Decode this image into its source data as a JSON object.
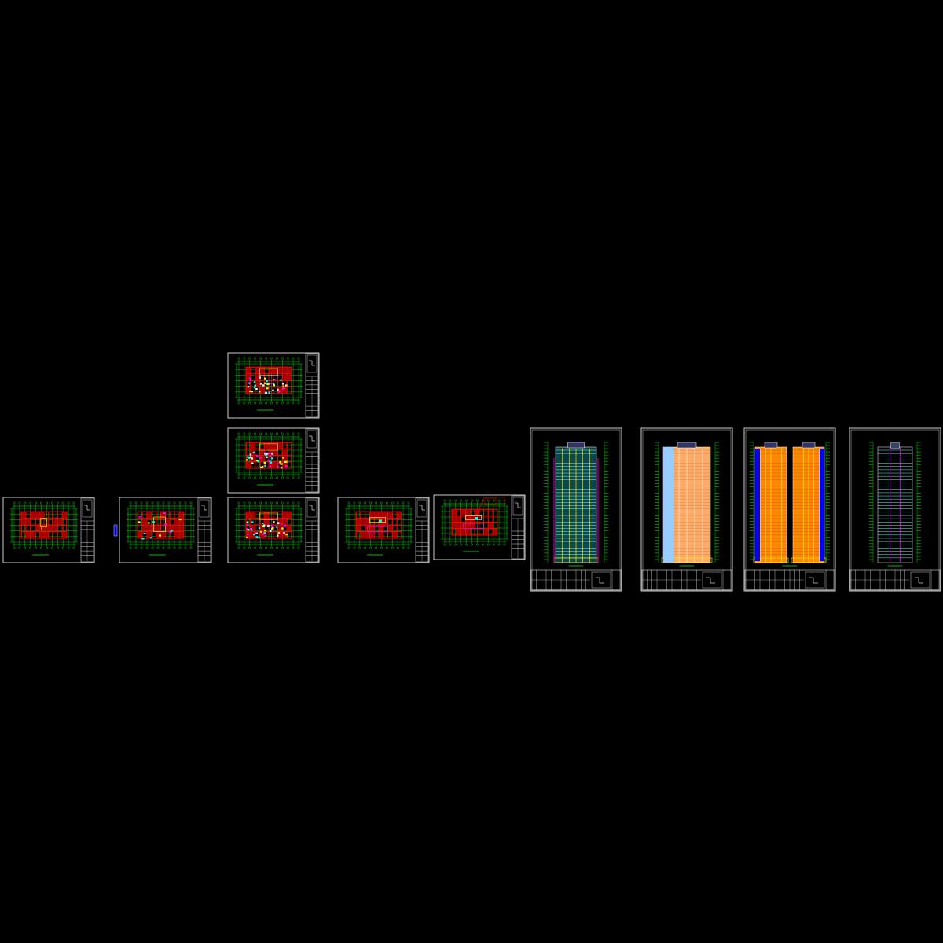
{
  "window": {
    "background": "#000000"
  },
  "colors": {
    "frame": "#ffffff",
    "axis": "#00ff00",
    "wall": "#ff0000",
    "room_fill": "#aa0000",
    "accent_yellow": "#ffff00",
    "accent_magenta": "#ff00ff",
    "accent_cyan": "#00ffff",
    "accent_blue": "#0000ff",
    "accent_orange": "#ff8800",
    "glass_cyan": "#66ffff",
    "facade_peach": "#ffaa66"
  },
  "drawing_set": {
    "sheets": [
      {
        "id": "plan-1",
        "kind": "plan",
        "variant": "basic"
      },
      {
        "id": "plan-2",
        "kind": "plan",
        "variant": "colored"
      },
      {
        "id": "plan-3",
        "kind": "plan",
        "variant": "dense"
      },
      {
        "id": "plan-4",
        "kind": "plan",
        "variant": "dense"
      },
      {
        "id": "plan-5",
        "kind": "plan",
        "variant": "dense"
      },
      {
        "id": "plan-6",
        "kind": "plan",
        "variant": "roof"
      },
      {
        "id": "plan-7",
        "kind": "plan",
        "variant": "roof-detail"
      },
      {
        "id": "elevation-1",
        "kind": "elevation",
        "variant": "cyan"
      },
      {
        "id": "elevation-2",
        "kind": "elevation",
        "variant": "peach"
      },
      {
        "id": "elevation-3",
        "kind": "elevation",
        "variant": "orange-double"
      },
      {
        "id": "elevation-4",
        "kind": "elevation",
        "variant": "section"
      }
    ]
  }
}
